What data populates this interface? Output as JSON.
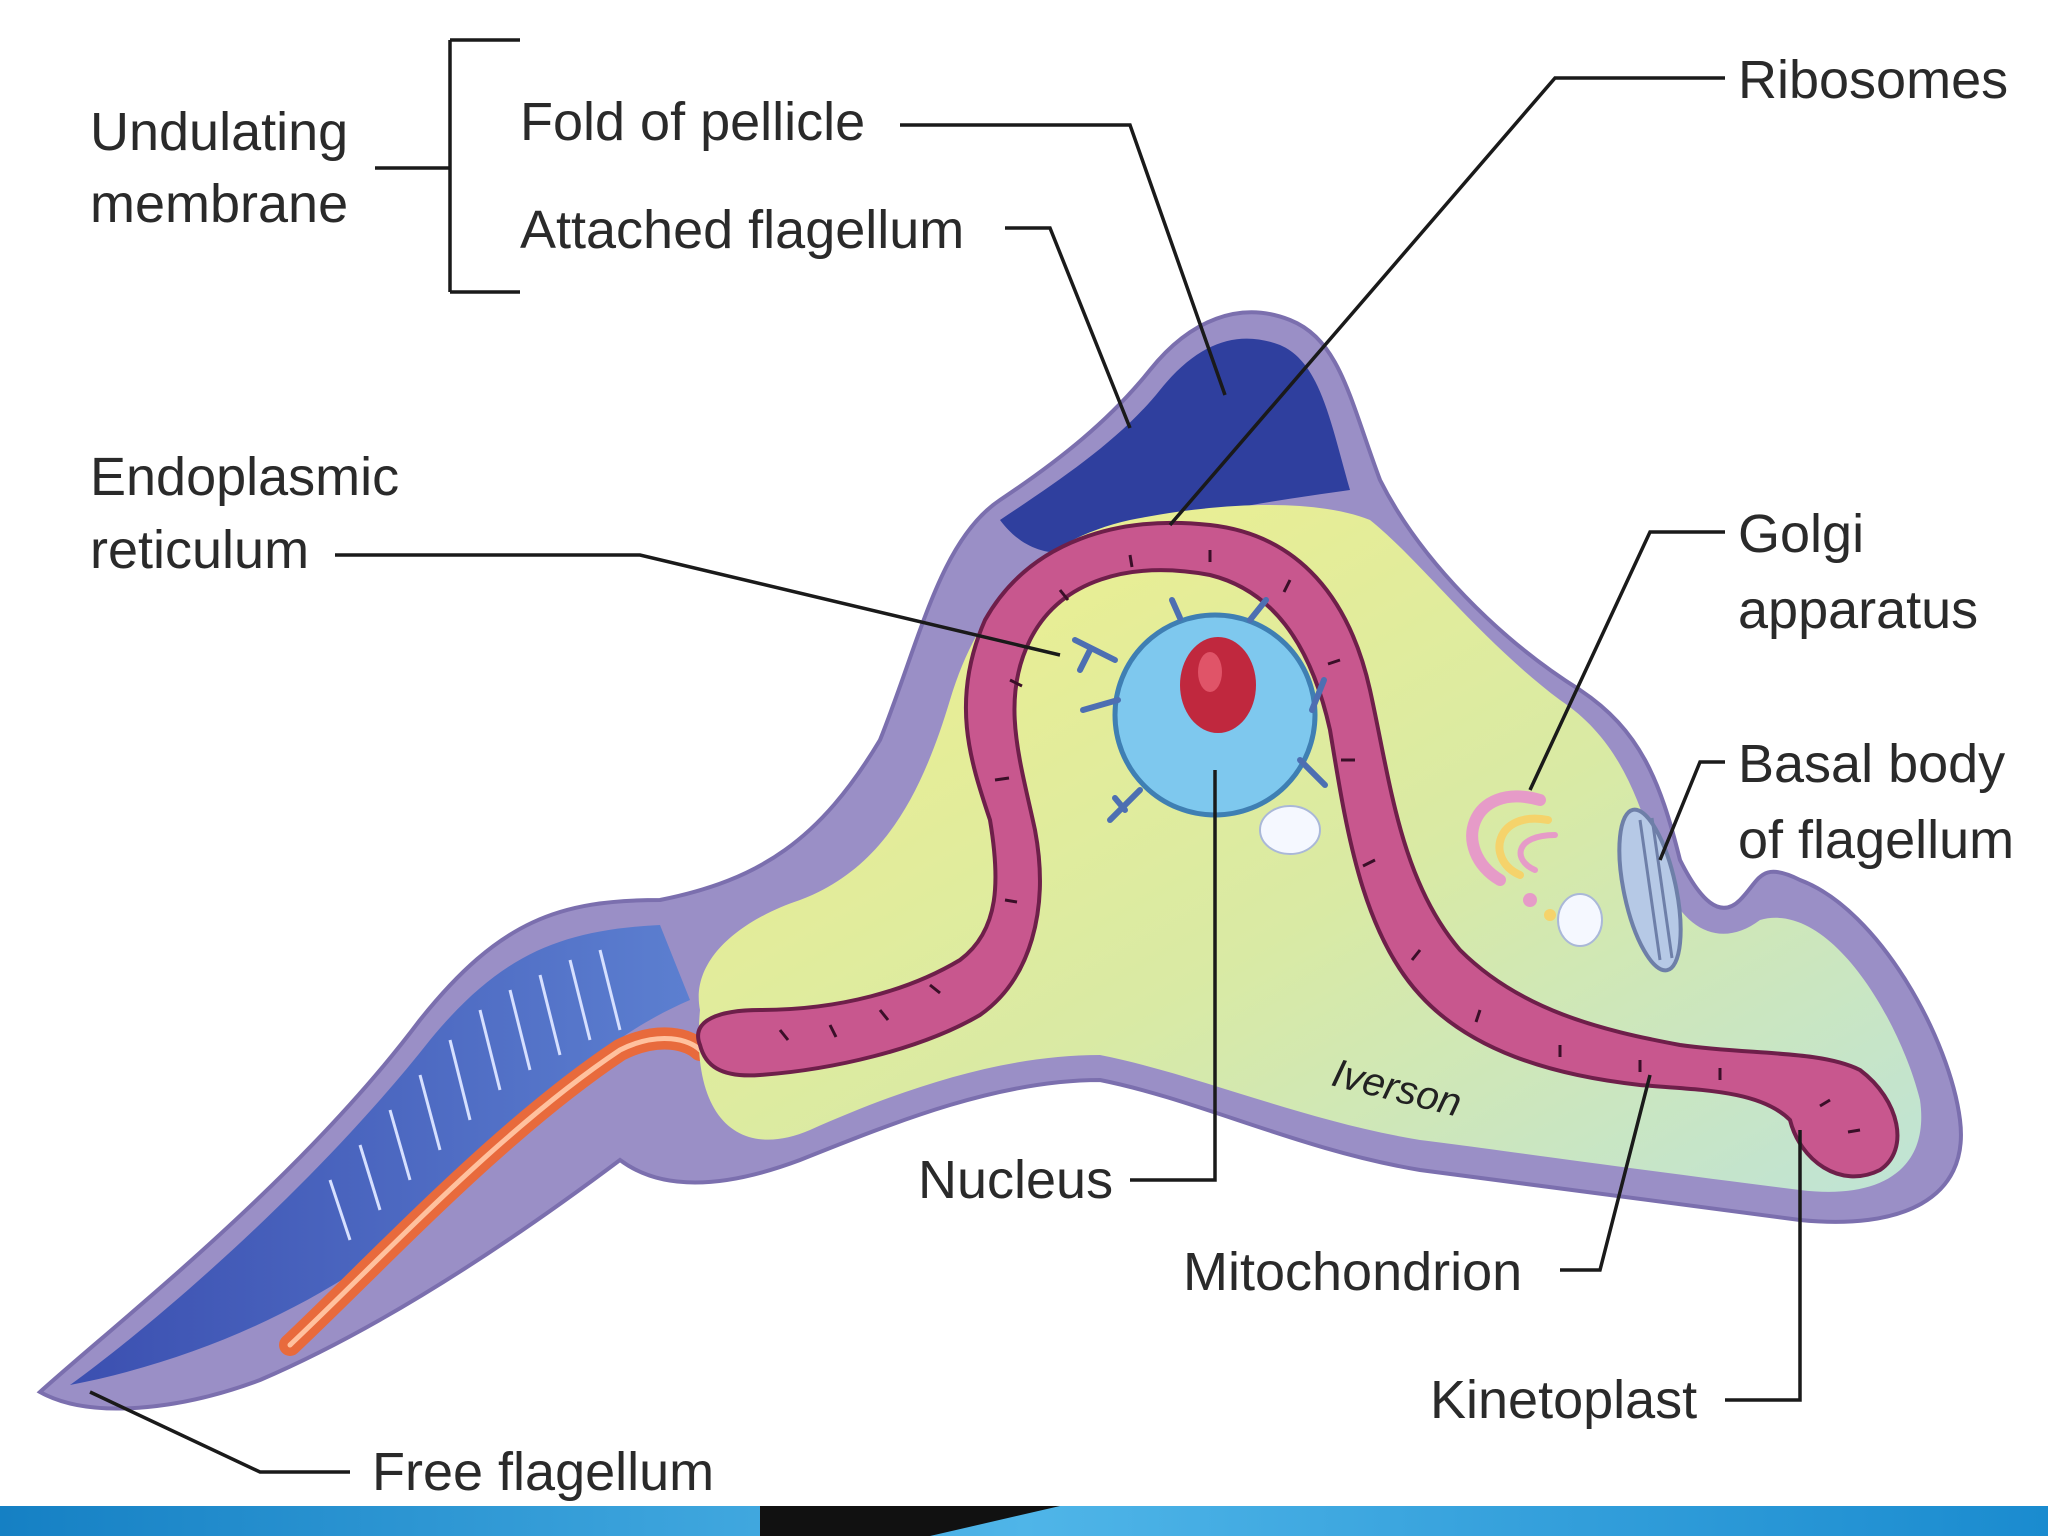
{
  "labels": {
    "undulating_membrane_1": "Undulating",
    "undulating_membrane_2": "membrane",
    "fold_of_pellicle": "Fold of pellicle",
    "attached_flagellum": "Attached flagellum",
    "ribosomes": "Ribosomes",
    "endoplasmic_reticulum_1": "Endoplasmic",
    "endoplasmic_reticulum_2": "reticulum",
    "golgi_1": "Golgi",
    "golgi_2": "apparatus",
    "basal_body_1": "Basal body",
    "basal_body_2": "of flagellum",
    "nucleus": "Nucleus",
    "mitochondrion": "Mitochondrion",
    "kinetoplast": "Kinetoplast",
    "free_flagellum": "Free flagellum"
  },
  "signature": "Iverson",
  "colors": {
    "pellicle": "#9a8fc6",
    "membrane_fold": "#2f3f9e",
    "cytoplasm": "#e7e98a",
    "mitochondrion": "#c8578e",
    "nucleus": "#7ec8ee",
    "nucleolus": "#c0283e",
    "flagellum": "#e86a3c",
    "footer_bar": "#1d8fd0"
  }
}
